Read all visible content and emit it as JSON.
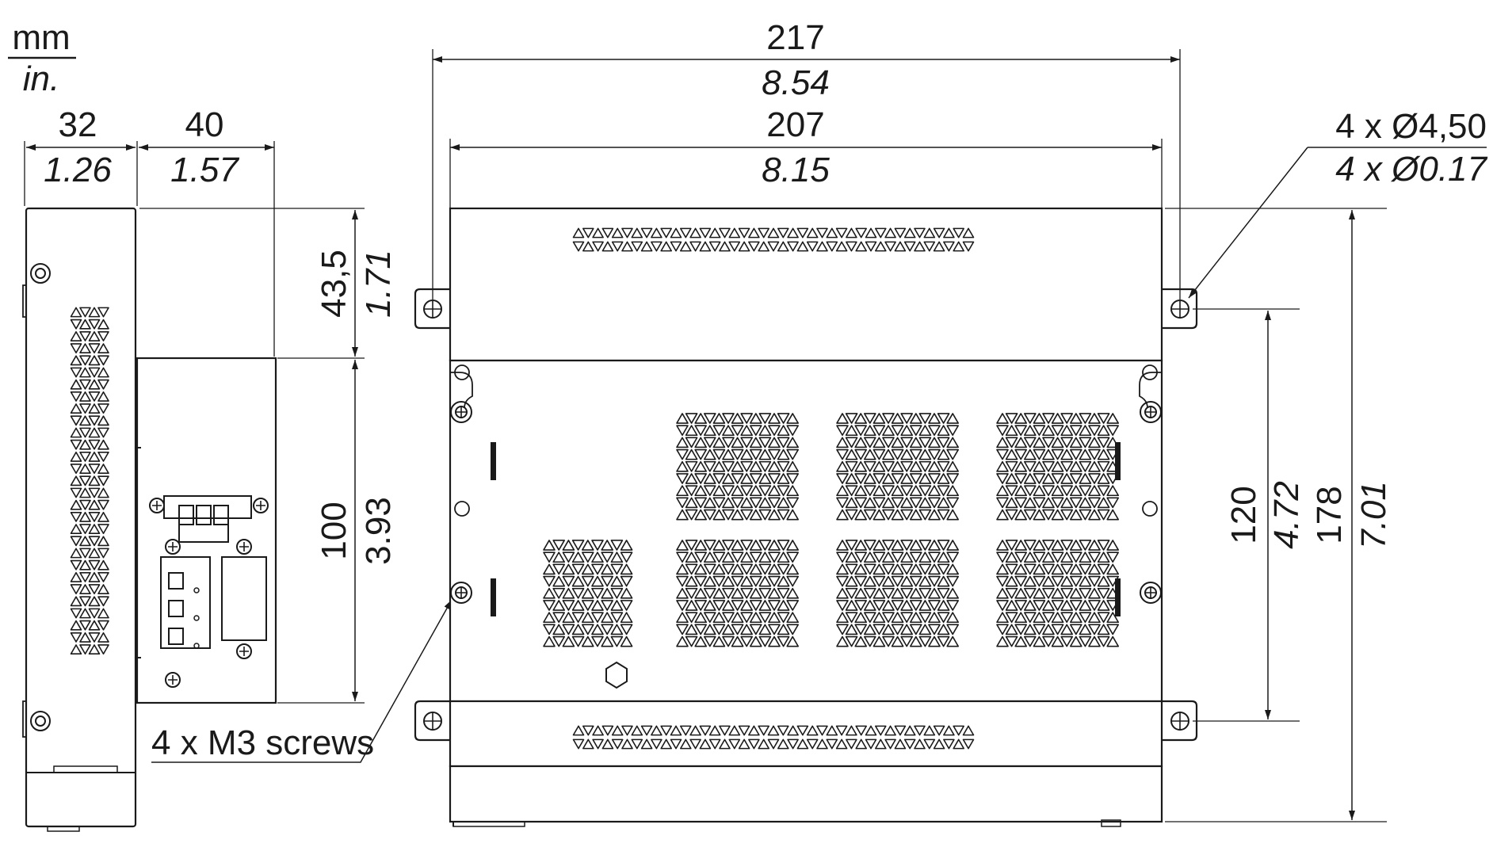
{
  "units": {
    "primary": "mm",
    "secondary": "in."
  },
  "side_view": {
    "depth_main": {
      "mm": "32",
      "in": "1.26"
    },
    "depth_terminal": {
      "mm": "40",
      "in": "1.57"
    },
    "height_top": {
      "mm": "43,5",
      "in": "1.71"
    },
    "height_terminal": {
      "mm": "100",
      "in": "3.93"
    },
    "screws_label": "4 x M3 screws"
  },
  "front_view": {
    "overall_width": {
      "mm": "217",
      "in": "8.54"
    },
    "hole_spacing_width": {
      "mm": "207",
      "in": "8.15"
    },
    "mounting_holes": {
      "mm": "4 x Ø4,50",
      "in": "4 x Ø0.17"
    },
    "hole_spacing_height": {
      "mm": "120",
      "in": "4.72"
    },
    "overall_height": {
      "mm": "178",
      "in": "7.01"
    }
  },
  "colors": {
    "line": "#1a1a1a",
    "background": "#ffffff"
  }
}
